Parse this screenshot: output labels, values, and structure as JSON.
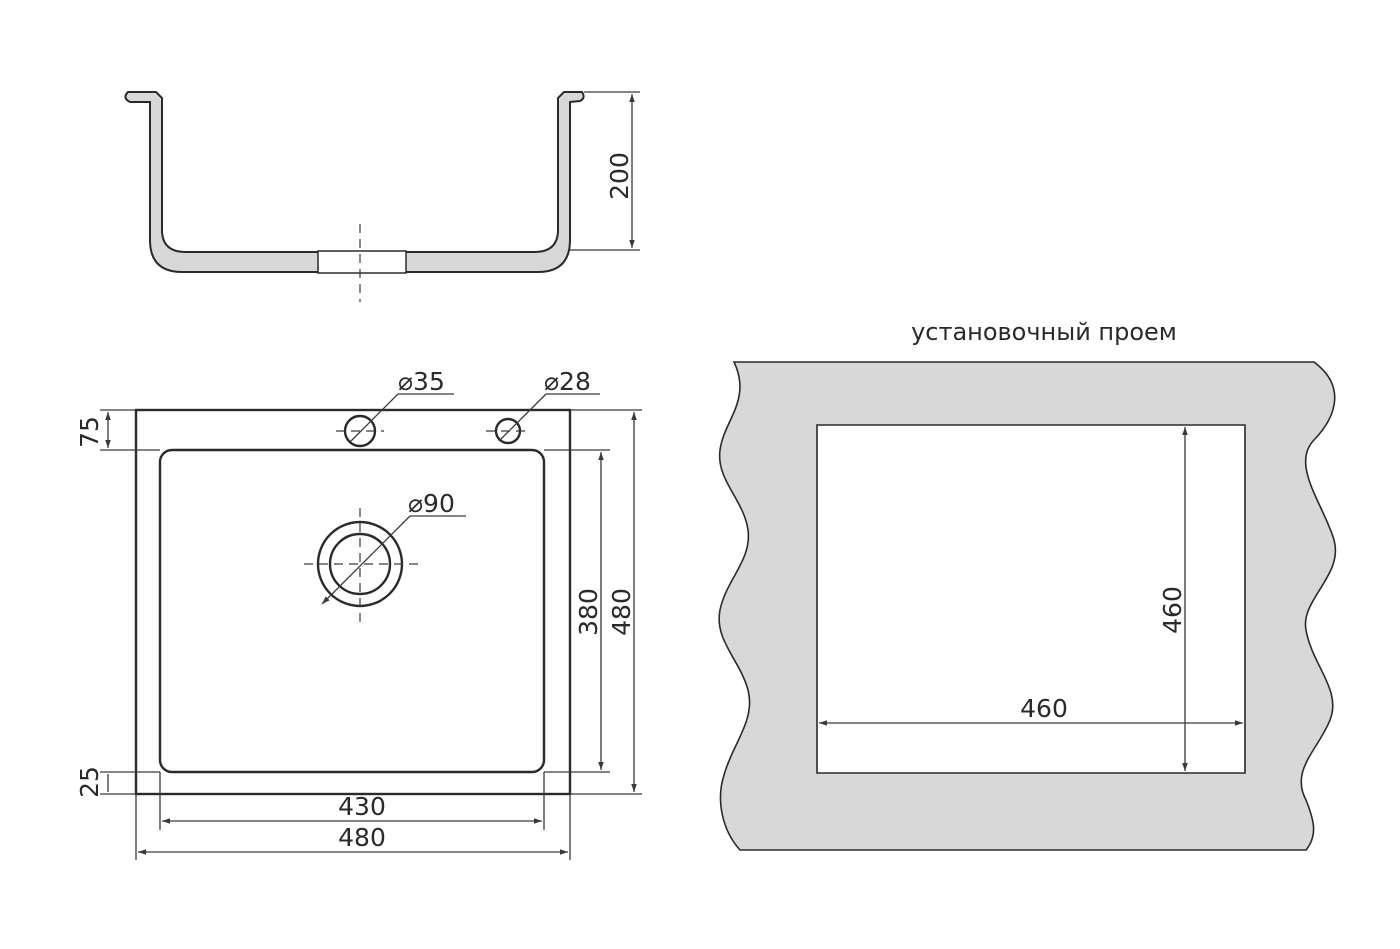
{
  "colors": {
    "line": "#2a2a2a",
    "fill": "#d8d8d8",
    "background": "#ffffff"
  },
  "section_view": {
    "depth_label": "200"
  },
  "plan_view": {
    "hole_tap_label": "⌀35",
    "hole_extra_label": "⌀28",
    "drain_label": "⌀90",
    "rear_rim_label": "75",
    "front_rim_label": "25",
    "bowl_depth_label": "380",
    "outer_depth_label": "480",
    "bowl_width_label": "430",
    "outer_width_label": "480"
  },
  "cutout_view": {
    "title": "установочный проем",
    "width_label": "460",
    "height_label": "460"
  }
}
